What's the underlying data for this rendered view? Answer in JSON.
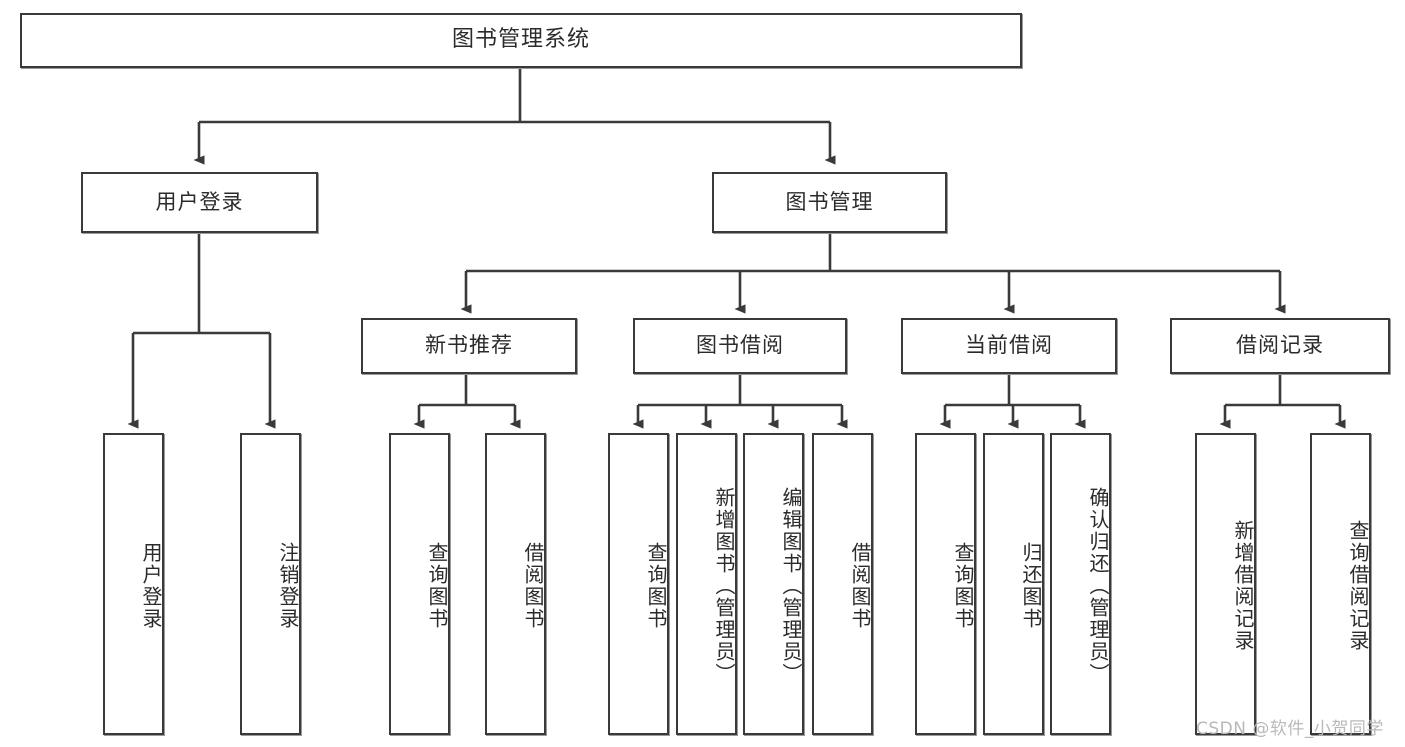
{
  "diagram": {
    "title": "图书管理系统",
    "watermark": "CSDN @软件_小贺同学",
    "style": {
      "background": "#ffffff",
      "node_border": "#3a3a3a",
      "node_fill": "#ffffff",
      "edge_color": "#3a3a3a",
      "text_color": "#2b2b2b",
      "watermark_color": "#b9b9b9"
    },
    "nodes": {
      "root": {
        "label": "图书管理系统"
      },
      "level1": [
        {
          "id": "user-login",
          "label": "用户登录"
        },
        {
          "id": "book-manage",
          "label": "图书管理"
        }
      ],
      "level2": [
        {
          "id": "new-book-recommend",
          "label": "新书推荐"
        },
        {
          "id": "book-borrow",
          "label": "图书借阅"
        },
        {
          "id": "current-borrow",
          "label": "当前借阅"
        },
        {
          "id": "borrow-record",
          "label": "借阅记录"
        }
      ],
      "leaves": [
        {
          "id": "leaf-user-login",
          "label": "用户登录",
          "parent": "用户登录"
        },
        {
          "id": "leaf-logout-login",
          "label": "注销登录",
          "parent": "用户登录"
        },
        {
          "id": "leaf-query-book-1",
          "label": "查询图书",
          "parent": "新书推荐"
        },
        {
          "id": "leaf-borrow-book-1",
          "label": "借阅图书",
          "parent": "新书推荐"
        },
        {
          "id": "leaf-query-book-2",
          "label": "查询图书",
          "parent": "图书借阅"
        },
        {
          "id": "leaf-add-book",
          "label": "新增图书（管理员）",
          "parent": "图书借阅"
        },
        {
          "id": "leaf-edit-book",
          "label": "编辑图书（管理员）",
          "parent": "图书借阅"
        },
        {
          "id": "leaf-borrow-book-2",
          "label": "借阅图书",
          "parent": "图书借阅"
        },
        {
          "id": "leaf-query-book-3",
          "label": "查询图书",
          "parent": "当前借阅"
        },
        {
          "id": "leaf-return-book",
          "label": "归还图书",
          "parent": "当前借阅"
        },
        {
          "id": "leaf-confirm-return",
          "label": "确认归还（管理员）",
          "parent": "当前借阅"
        },
        {
          "id": "leaf-add-record",
          "label": "新增借阅记录",
          "parent": "借阅记录"
        },
        {
          "id": "leaf-query-record",
          "label": "查询借阅记录",
          "parent": "借阅记录"
        }
      ]
    }
  }
}
